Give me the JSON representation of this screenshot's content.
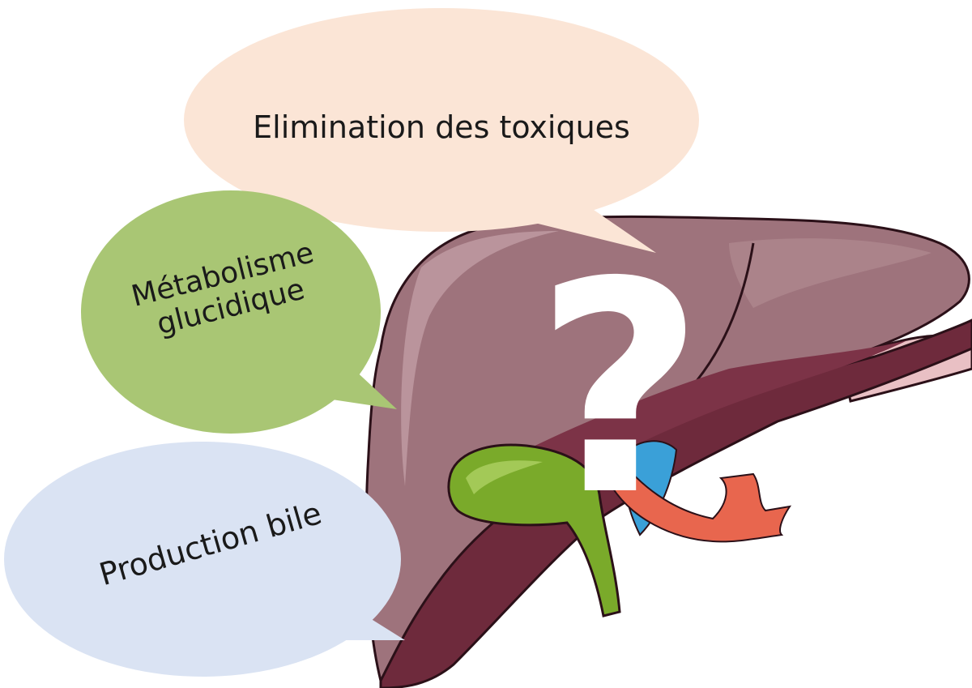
{
  "bubbles": {
    "toxiques": {
      "label": "Elimination des toxiques",
      "color": "#fbe5d6"
    },
    "metabolisme": {
      "line1": "Métabolisme",
      "line2": "glucidique",
      "color": "#a9c674"
    },
    "bile": {
      "label": "Production bile",
      "color": "#dae3f3"
    }
  },
  "question_mark": {
    "glyph": "?",
    "color": "#ffffff"
  },
  "illustration": {
    "organ_icon": "liver-icon",
    "liver_color": "#9e737c",
    "liver_dark_color": "#6e2a3c",
    "gallbladder_color": "#7aaa2a",
    "artery_color": "#e8664e",
    "portal_vein_color": "#3aa0d8"
  }
}
